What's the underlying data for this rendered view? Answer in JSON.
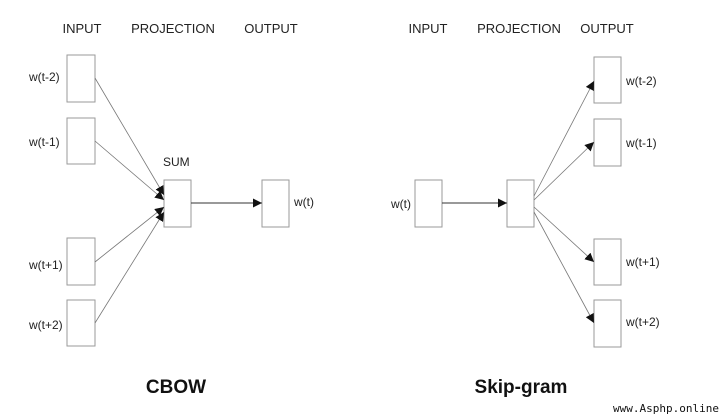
{
  "cbow": {
    "headers": {
      "input": "INPUT",
      "projection": "PROJECTION",
      "output": "OUTPUT"
    },
    "inputs": [
      "w(t-2)",
      "w(t-1)",
      "w(t+1)",
      "w(t+2)"
    ],
    "projection_label": "SUM",
    "output": "w(t)",
    "title": "CBOW"
  },
  "skipgram": {
    "headers": {
      "input": "INPUT",
      "projection": "PROJECTION",
      "output": "OUTPUT"
    },
    "input": "w(t)",
    "outputs": [
      "w(t-2)",
      "w(t-1)",
      "w(t+1)",
      "w(t+2)"
    ],
    "title": "Skip-gram"
  },
  "watermark": "www.Asphp.online",
  "colors": {
    "box_stroke": "#9a9a9a",
    "edge": "#777777",
    "arrowhead": "#111111",
    "text": "#222222"
  }
}
